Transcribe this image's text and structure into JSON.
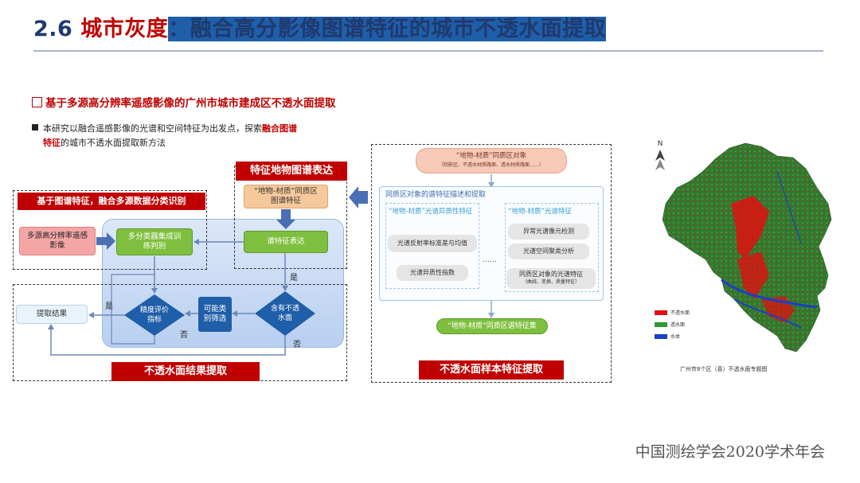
{
  "title": {
    "number": "2.6 ",
    "highlight": "城市灰度",
    "colon": "：",
    "rest": "融合高分影像图谱特征的城市不透水面提取"
  },
  "subtitle": "基于多源高分辨率遥感影像的广州市城市建成区不透水面提取",
  "bullet": {
    "text_a": "本研究以融合遥感影像的光谱和空间特征为出发点，探索",
    "highlight_a": "融合图谱",
    "highlight_b": "特征",
    "text_b": "的城市不透水面提取新方法"
  },
  "left_diagram": {
    "section_label": "基于图谱特征，融合多源数据分类识别",
    "bottom_label": "不透水面结果提取",
    "feature_label": "特征地物图谱表达",
    "input_node": "多源高分辨率遥感影像",
    "classifier_node": "多分类器集成训练判别",
    "object_node": "“地物-材质”同质区图谱特征",
    "spectral_node": "谱特征表达",
    "accuracy_node": "精度评价指标",
    "category_node": "可能类别筛选",
    "impervious_check_node": "含有不透水面",
    "result_node": "提取结果",
    "yes_1": "是",
    "yes_2": "是",
    "no_1": "否",
    "no_2": "否"
  },
  "right_diagram": {
    "bottom_label": "不透水面样本特征提取",
    "top_node": "“地物-材质”同质区对象",
    "top_node_sub": "（阴影区、不透水材质路面、透水材质路面……）",
    "panel_title": "同质区对象的谱特征描述和提取",
    "left_group_title": "“地物-材质”光谱异质性特征",
    "left_item_1": "光谱反射率标准差与均值",
    "left_item_2": "光谱异质性指数",
    "ellipsis": "……",
    "right_group_title": "“地物-材质”光谱特征",
    "right_item_1": "异常光谱像元检测",
    "right_item_2": "光谱空间聚类分析",
    "right_item_3": "同质区对象的光谱特征",
    "right_item_3_sub": "（曲线、变换、质量特征）",
    "bottom_node": "“地物-材质”同质区谱特征集"
  },
  "map": {
    "north": "N",
    "legend": [
      "不透水面",
      "透水面",
      "水体"
    ],
    "caption": "广州市8个区（县）不透水面专题图",
    "colors": {
      "impervious": "#e01010",
      "pervious": "#2f7a2f",
      "water": "#1a3fc8"
    }
  },
  "footer": "中国测绘学会2020学术年会"
}
